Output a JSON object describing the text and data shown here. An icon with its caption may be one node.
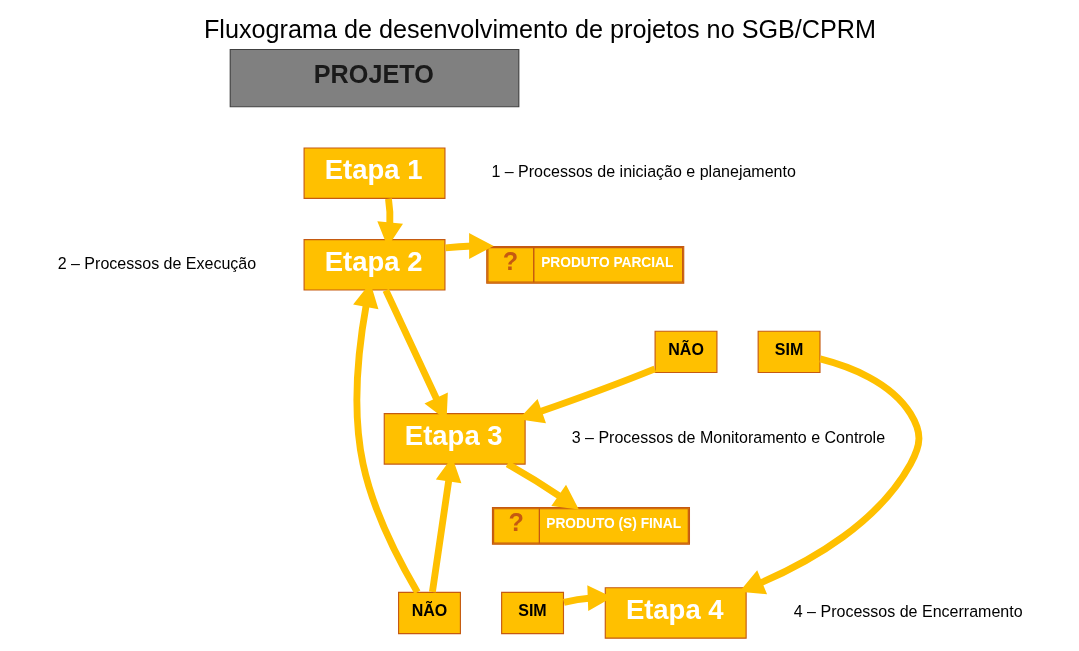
{
  "diagram": {
    "title": "Fluxograma de desenvolvimento de projetos no SGB/CPRM",
    "nodes": [
      {
        "text": [
          "PROJETO"
        ]
      },
      {
        "text": [
          "Etapa 1"
        ],
        "beside": [
          "1 – Processos de iniciação e planejamento"
        ]
      },
      {
        "text": [
          "Etapa 2"
        ],
        "beside": [
          "2 – Processos de Execução"
        ]
      },
      {
        "text": [
          "?",
          "PRODUTO PARCIAL"
        ]
      },
      {
        "text": [
          "NÃO"
        ]
      },
      {
        "text": [
          "SIM"
        ]
      },
      {
        "text": [
          "Etapa 3"
        ],
        "beside": [
          "3 – Processos de Monitoramento e Controle"
        ]
      },
      {
        "text": [
          "?",
          "PRODUTO (S) FINAL"
        ]
      },
      {
        "text": [
          "NÃO"
        ]
      },
      {
        "text": [
          "SIM"
        ]
      },
      {
        "text": [
          "Etapa 4"
        ],
        "beside": [
          "4 – Processos de Encerramento"
        ]
      }
    ],
    "edges": [
      {
        "from": 1,
        "to": 2,
        "arrow": "to"
      },
      {
        "from": 2,
        "to": 3,
        "arrow": "to"
      },
      {
        "from": 2,
        "to": 6,
        "arrow": "to"
      },
      {
        "from": 4,
        "to": 6,
        "arrow": "to"
      },
      {
        "from": 5,
        "to": 10,
        "arrow": "to"
      },
      {
        "from": 6,
        "to": 7,
        "arrow": "to"
      },
      {
        "from": 8,
        "to": 2,
        "arrow": "to"
      },
      {
        "from": 8,
        "to": 6,
        "arrow": "to"
      },
      {
        "from": 9,
        "to": 10,
        "arrow": "to"
      }
    ]
  }
}
